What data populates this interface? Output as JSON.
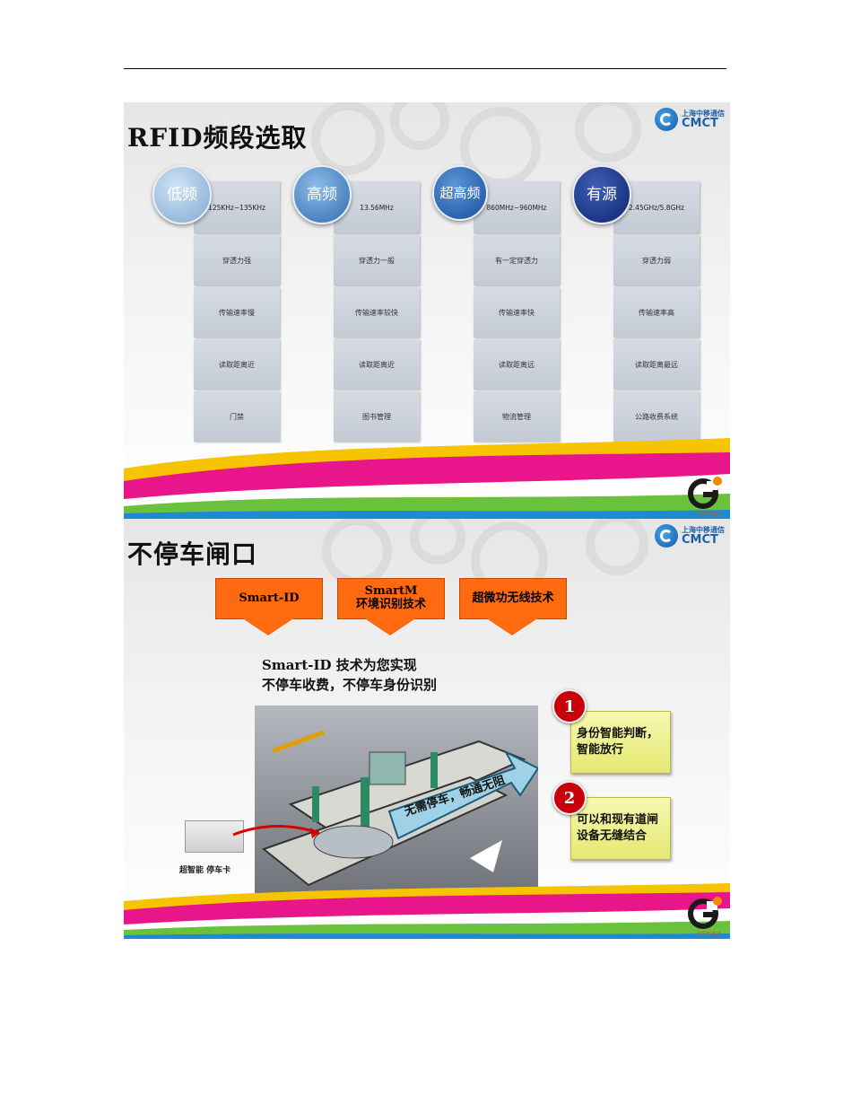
{
  "slide1": {
    "title": "RFID频段选取",
    "logo": {
      "cn": "上海中移通信",
      "en": "CMCT"
    },
    "columns": [
      {
        "name": "低频",
        "color": "#9fc3e3",
        "cells": [
          "125KHz~135KHz",
          "穿透力强",
          "传输速率慢",
          "读取距离近",
          "门禁"
        ]
      },
      {
        "name": "高频",
        "color": "#3d7fc0",
        "cells": [
          "13.56MHz",
          "穿透力一般",
          "传输速率较快",
          "读取距离近",
          "图书管理"
        ]
      },
      {
        "name": "超高频",
        "color": "#1b55a8",
        "cells": [
          "860MHz~960MHz",
          "有一定穿透力",
          "传输速率快",
          "读取距离远",
          "物流管理"
        ]
      },
      {
        "name": "有源",
        "color": "#12338a",
        "cells": [
          "2.45GHz/5.8GHz",
          "穿透力弱",
          "传输速率高",
          "读取距离最远",
          "公路收费系统"
        ]
      }
    ],
    "footer_caption": "引领3G生活"
  },
  "slide2": {
    "title": "不停车闸口",
    "logo": {
      "cn": "上海中移通信",
      "en": "CMCT"
    },
    "arrows": [
      "Smart-ID",
      "SmartM\n环境识别技术",
      "超微功无线技术"
    ],
    "description": [
      "Smart-ID 技术为您实现",
      "不停车收费，不停车身份识别"
    ],
    "banner_text": "无需停车，畅通无阻",
    "card_label": "超智能 停车卡",
    "features": [
      {
        "number": "1",
        "text": "身份智能判断，\n智能放行"
      },
      {
        "number": "2",
        "text": "可以和现有道闸\n设备无缝结合"
      }
    ],
    "footer_caption": "引领3G生活"
  }
}
